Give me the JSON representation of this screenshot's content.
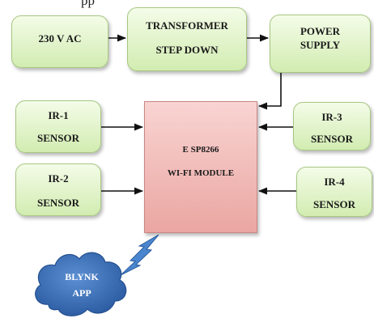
{
  "top_fragment": "pp",
  "blocks": {
    "ac": "230 V AC",
    "transformer": [
      "TRANSFORMER",
      "STEP DOWN"
    ],
    "power": [
      "POWER",
      "SUPPLY"
    ],
    "ir1": [
      "IR-1",
      "SENSOR"
    ],
    "ir2": [
      "IR-2",
      "SENSOR"
    ],
    "ir3": [
      "IR-3",
      "SENSOR"
    ],
    "ir4": [
      "IR-4",
      "SENSOR"
    ],
    "esp": [
      "E SP8266",
      "WI-FI MODULE"
    ],
    "blynk": [
      "BLYNK",
      "APP"
    ]
  },
  "colors": {
    "block_fill": "#dff2c6",
    "esp_fill": "#f2bcb9",
    "cloud_fill": "#3a6fb5",
    "link_fill": "#4a86cf",
    "arrow": "#111111"
  }
}
